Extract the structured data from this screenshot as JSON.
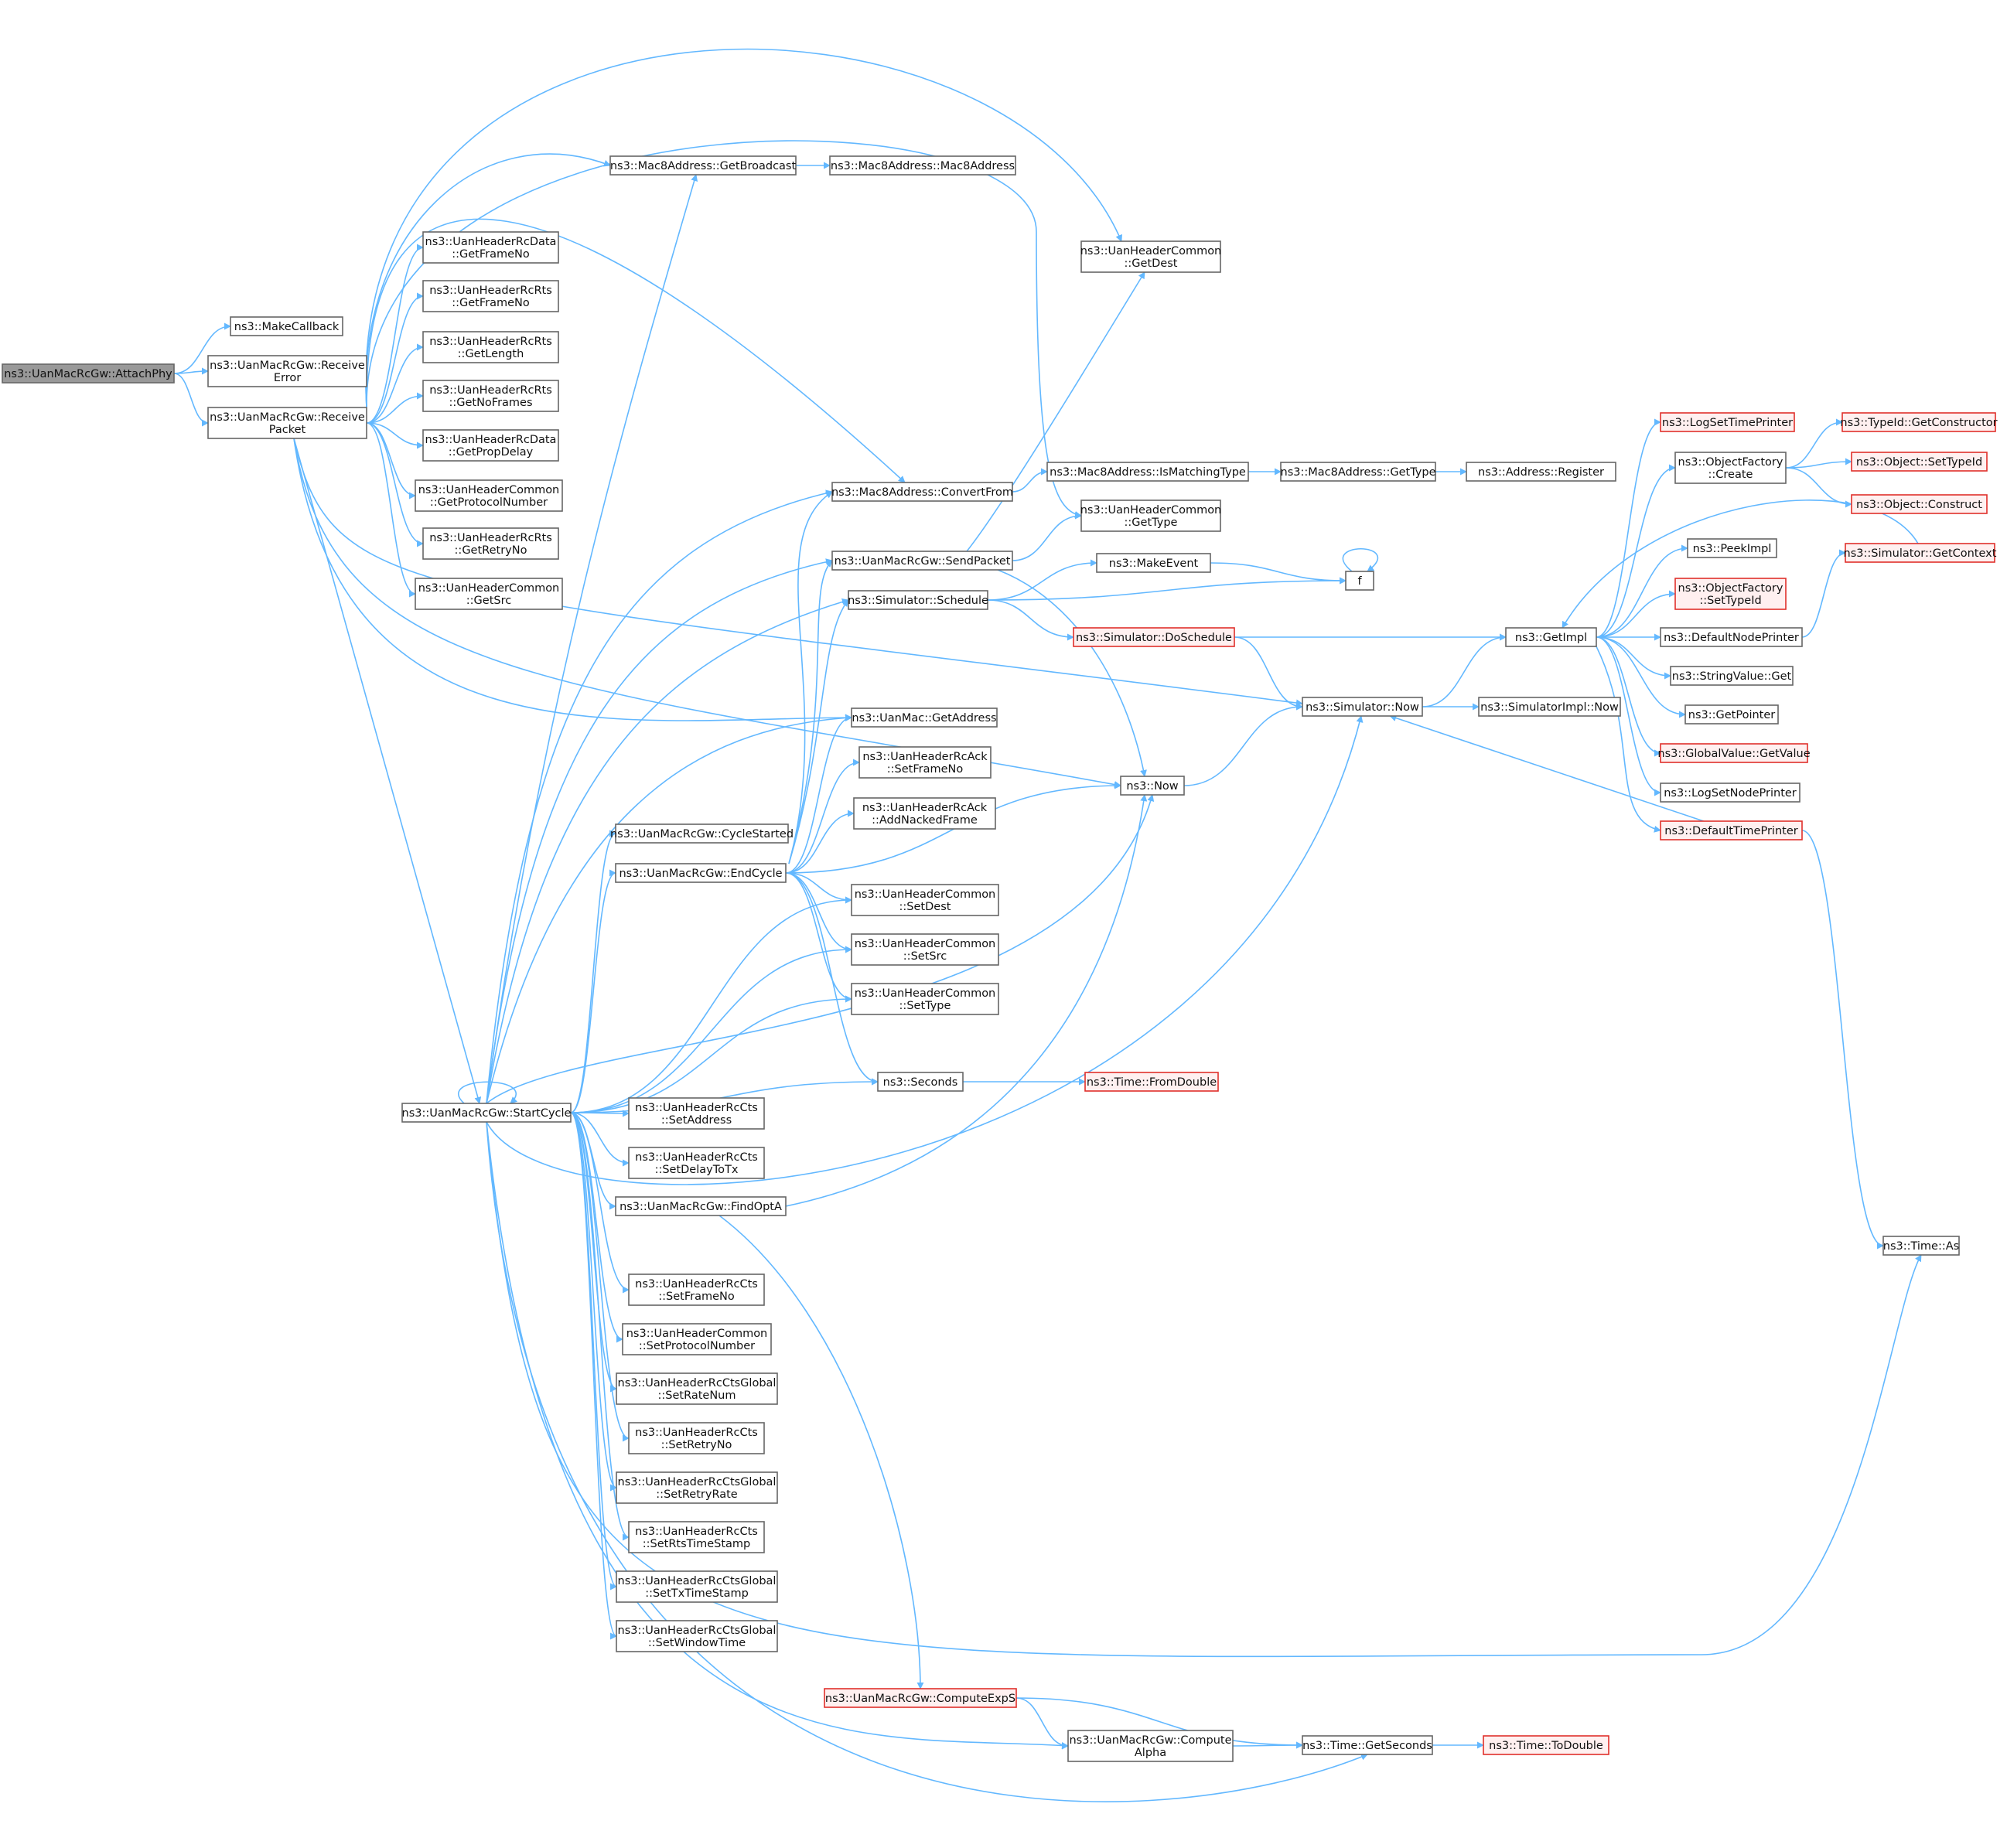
{
  "nodes": [
    {
      "id": "attachphy",
      "lines": [
        "ns3::UanMacRcGw::AttachPhy"
      ],
      "style": "root"
    },
    {
      "id": "makecallback",
      "lines": [
        "ns3::MakeCallback"
      ]
    },
    {
      "id": "receiveerror",
      "lines": [
        "ns3::UanMacRcGw::Receive",
        "Error"
      ]
    },
    {
      "id": "receivepacket",
      "lines": [
        "ns3::UanMacRcGw::Receive",
        "Packet"
      ]
    },
    {
      "id": "getbroadcast",
      "lines": [
        "ns3::Mac8Address::GetBroadcast"
      ]
    },
    {
      "id": "mac8ctor",
      "lines": [
        "ns3::Mac8Address::Mac8Address"
      ]
    },
    {
      "id": "getdest",
      "lines": [
        "ns3::UanHeaderCommon",
        "::GetDest"
      ]
    },
    {
      "id": "rcdata_getframeno",
      "lines": [
        "ns3::UanHeaderRcData",
        "::GetFrameNo"
      ]
    },
    {
      "id": "rcrts_getframeno",
      "lines": [
        "ns3::UanHeaderRcRts",
        "::GetFrameNo"
      ]
    },
    {
      "id": "rcrts_getlength",
      "lines": [
        "ns3::UanHeaderRcRts",
        "::GetLength"
      ]
    },
    {
      "id": "rcrts_getnoframes",
      "lines": [
        "ns3::UanHeaderRcRts",
        "::GetNoFrames"
      ]
    },
    {
      "id": "rcdata_getpropdelay",
      "lines": [
        "ns3::UanHeaderRcData",
        "::GetPropDelay"
      ]
    },
    {
      "id": "common_getprotocolnumber",
      "lines": [
        "ns3::UanHeaderCommon",
        "::GetProtocolNumber"
      ]
    },
    {
      "id": "rcrts_getretryno",
      "lines": [
        "ns3::UanHeaderRcRts",
        "::GetRetryNo"
      ]
    },
    {
      "id": "common_getsrc",
      "lines": [
        "ns3::UanHeaderCommon",
        "::GetSrc"
      ]
    },
    {
      "id": "convertfrom",
      "lines": [
        "ns3::Mac8Address::ConvertFrom"
      ]
    },
    {
      "id": "ismatchingtype",
      "lines": [
        "ns3::Mac8Address::IsMatchingType"
      ]
    },
    {
      "id": "mac8gettype",
      "lines": [
        "ns3::Mac8Address::GetType"
      ]
    },
    {
      "id": "addressregister",
      "lines": [
        "ns3::Address::Register"
      ]
    },
    {
      "id": "common_gettype",
      "lines": [
        "ns3::UanHeaderCommon",
        "::GetType"
      ]
    },
    {
      "id": "sendpacket",
      "lines": [
        "ns3::UanMacRcGw::SendPacket"
      ]
    },
    {
      "id": "schedule",
      "lines": [
        "ns3::Simulator::Schedule"
      ]
    },
    {
      "id": "makeevent",
      "lines": [
        "ns3::MakeEvent"
      ]
    },
    {
      "id": "f",
      "lines": [
        "f"
      ]
    },
    {
      "id": "doschedule",
      "lines": [
        "ns3::Simulator::DoSchedule"
      ],
      "style": "red"
    },
    {
      "id": "getimpl",
      "lines": [
        "ns3::GetImpl"
      ]
    },
    {
      "id": "simnow",
      "lines": [
        "ns3::Simulator::Now"
      ]
    },
    {
      "id": "simimplnow",
      "lines": [
        "ns3::SimulatorImpl::Now"
      ]
    },
    {
      "id": "uanmac_getaddress",
      "lines": [
        "ns3::UanMac::GetAddress"
      ]
    },
    {
      "id": "rcack_setframeno",
      "lines": [
        "ns3::UanHeaderRcAck",
        "::SetFrameNo"
      ]
    },
    {
      "id": "rcack_addnackedframe",
      "lines": [
        "ns3::UanHeaderRcAck",
        "::AddNackedFrame"
      ]
    },
    {
      "id": "now",
      "lines": [
        "ns3::Now"
      ]
    },
    {
      "id": "cyclestarted",
      "lines": [
        "ns3::UanMacRcGw::CycleStarted"
      ]
    },
    {
      "id": "endcycle",
      "lines": [
        "ns3::UanMacRcGw::EndCycle"
      ]
    },
    {
      "id": "common_setdest",
      "lines": [
        "ns3::UanHeaderCommon",
        "::SetDest"
      ]
    },
    {
      "id": "common_setsrc",
      "lines": [
        "ns3::UanHeaderCommon",
        "::SetSrc"
      ]
    },
    {
      "id": "common_settype",
      "lines": [
        "ns3::UanHeaderCommon",
        "::SetType"
      ]
    },
    {
      "id": "seconds",
      "lines": [
        "ns3::Seconds"
      ]
    },
    {
      "id": "fromdouble",
      "lines": [
        "ns3::Time::FromDouble"
      ],
      "style": "red"
    },
    {
      "id": "startcycle",
      "lines": [
        "ns3::UanMacRcGw::StartCycle"
      ]
    },
    {
      "id": "rccts_setaddress",
      "lines": [
        "ns3::UanHeaderRcCts",
        "::SetAddress"
      ]
    },
    {
      "id": "rccts_setdelaytotx",
      "lines": [
        "ns3::UanHeaderRcCts",
        "::SetDelayToTx"
      ]
    },
    {
      "id": "findopta",
      "lines": [
        "ns3::UanMacRcGw::FindOptA"
      ]
    },
    {
      "id": "rccts_setframeno",
      "lines": [
        "ns3::UanHeaderRcCts",
        "::SetFrameNo"
      ]
    },
    {
      "id": "common_setprotocolnumber",
      "lines": [
        "ns3::UanHeaderCommon",
        "::SetProtocolNumber"
      ]
    },
    {
      "id": "ctsglobal_setratenum",
      "lines": [
        "ns3::UanHeaderRcCtsGlobal",
        "::SetRateNum"
      ]
    },
    {
      "id": "rccts_setretryno",
      "lines": [
        "ns3::UanHeaderRcCts",
        "::SetRetryNo"
      ]
    },
    {
      "id": "ctsglobal_setretryrate",
      "lines": [
        "ns3::UanHeaderRcCtsGlobal",
        "::SetRetryRate"
      ]
    },
    {
      "id": "rccts_setrtstimestamp",
      "lines": [
        "ns3::UanHeaderRcCts",
        "::SetRtsTimeStamp"
      ]
    },
    {
      "id": "ctsglobal_settxtimestamp",
      "lines": [
        "ns3::UanHeaderRcCtsGlobal",
        "::SetTxTimeStamp"
      ]
    },
    {
      "id": "ctsglobal_setwindowtime",
      "lines": [
        "ns3::UanHeaderRcCtsGlobal",
        "::SetWindowTime"
      ]
    },
    {
      "id": "computeexps",
      "lines": [
        "ns3::UanMacRcGw::ComputeExpS"
      ],
      "style": "red"
    },
    {
      "id": "computealpha",
      "lines": [
        "ns3::UanMacRcGw::Compute",
        "Alpha"
      ]
    },
    {
      "id": "getseconds",
      "lines": [
        "ns3::Time::GetSeconds"
      ]
    },
    {
      "id": "todouble",
      "lines": [
        "ns3::Time::ToDouble"
      ],
      "style": "red"
    },
    {
      "id": "logsettimeprinter",
      "lines": [
        "ns3::LogSetTimePrinter"
      ],
      "style": "red"
    },
    {
      "id": "objfactory_create",
      "lines": [
        "ns3::ObjectFactory",
        "::Create"
      ]
    },
    {
      "id": "peekimpl",
      "lines": [
        "ns3::PeekImpl"
      ]
    },
    {
      "id": "objfactory_settypeid",
      "lines": [
        "ns3::ObjectFactory",
        "::SetTypeId"
      ],
      "style": "red"
    },
    {
      "id": "defaultnodeprinter",
      "lines": [
        "ns3::DefaultNodePrinter"
      ]
    },
    {
      "id": "stringvalue_get",
      "lines": [
        "ns3::StringValue::Get"
      ]
    },
    {
      "id": "getpointer",
      "lines": [
        "ns3::GetPointer"
      ]
    },
    {
      "id": "globalvalue_getvalue",
      "lines": [
        "ns3::GlobalValue::GetValue"
      ],
      "style": "red"
    },
    {
      "id": "logsetnodeprinter",
      "lines": [
        "ns3::LogSetNodePrinter"
      ]
    },
    {
      "id": "defaulttimeprinter",
      "lines": [
        "ns3::DefaultTimePrinter"
      ],
      "style": "red"
    },
    {
      "id": "typeid_getconstructor",
      "lines": [
        "ns3::TypeId::GetConstructor"
      ],
      "style": "red"
    },
    {
      "id": "object_settypeid",
      "lines": [
        "ns3::Object::SetTypeId"
      ],
      "style": "red"
    },
    {
      "id": "object_construct",
      "lines": [
        "ns3::Object::Construct"
      ],
      "style": "red"
    },
    {
      "id": "getcontext",
      "lines": [
        "ns3::Simulator::GetContext"
      ],
      "style": "red"
    },
    {
      "id": "timeas",
      "lines": [
        "ns3::Time::As"
      ]
    }
  ]
}
